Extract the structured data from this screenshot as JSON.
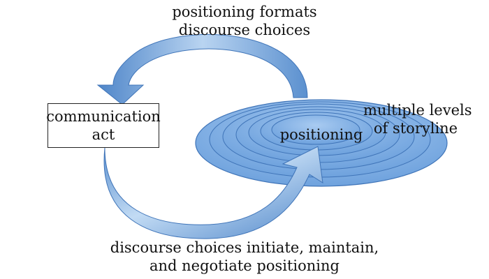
{
  "diagram": {
    "top_label": [
      "positioning formats",
      "discourse choices"
    ],
    "box_label": [
      "communication",
      "act"
    ],
    "center_label": "positioning",
    "levels_label": [
      "multiple levels",
      "of storyline"
    ],
    "bottom_label": [
      "discourse choices initiate, maintain,",
      "and negotiate positioning"
    ]
  },
  "colors": {
    "arrow_light": "#b9d4f1",
    "arrow_dark": "#4f86c9",
    "ellipse_fill": "#7fb0e6",
    "ellipse_stroke": "#3f74b8",
    "ring_count": 7
  }
}
